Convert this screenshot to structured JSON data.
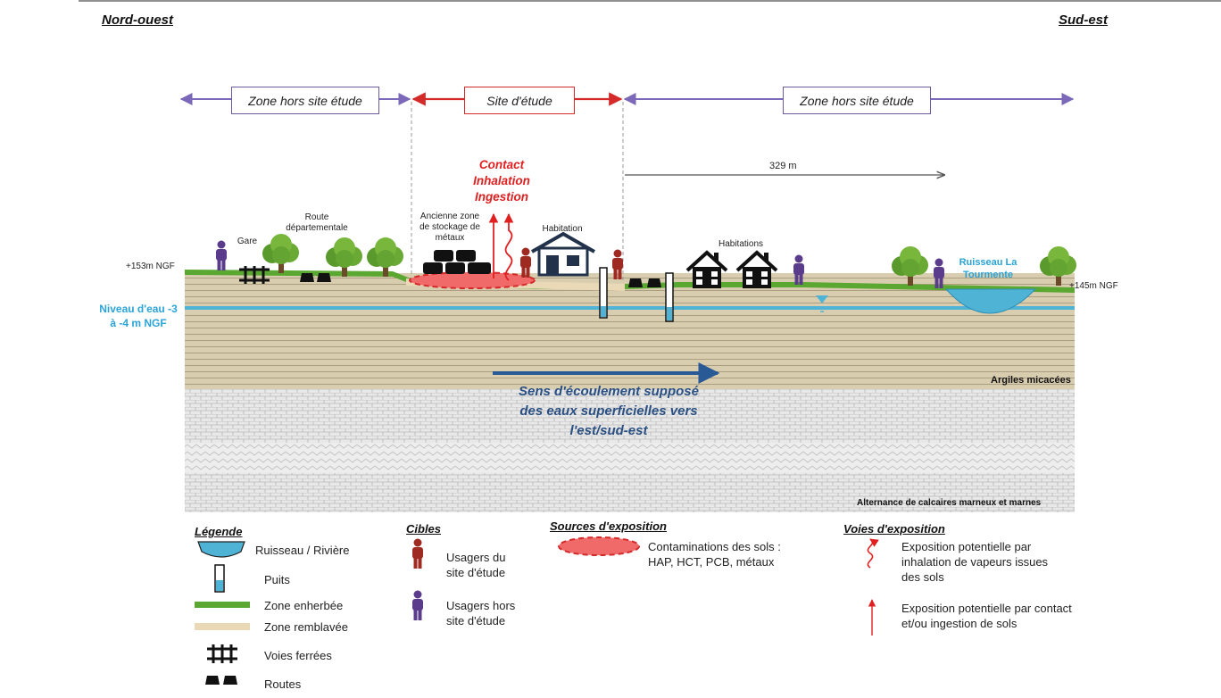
{
  "directions": {
    "left": "Nord-ouest",
    "right": "Sud-est"
  },
  "zones": {
    "left": "Zone hors site étude",
    "site": "Site d'étude",
    "right": "Zone hors site étude"
  },
  "distance": "329 m",
  "exposure_label": [
    "Contact",
    "Inhalation",
    "Ingestion"
  ],
  "labels": {
    "gare": "Gare",
    "route": "Route départementale",
    "storage": "Ancienne zone de stockage de métaux",
    "habitation": "Habitation",
    "habitations": "Habitations",
    "ruisseau": "Ruisseau La Tourmente",
    "ngf_left": "+153m NGF",
    "ngf_right": "+145m NGF",
    "water_level": "Niveau d'eau -3  à -4 m NGF",
    "clay": "Argiles micacées",
    "limestone": "Alternance de calcaires marneux et marnes",
    "flow": "Sens d'écoulement supposé des eaux superficielles vers l'est/sud-est"
  },
  "legend": {
    "title": "Légende",
    "items": [
      "Ruisseau / Rivière",
      "Puits",
      "Zone enherbée",
      "Zone remblavée",
      "Voies ferrées",
      "Routes"
    ],
    "targets_title": "Cibles",
    "targets": [
      "Usagers du site d'étude",
      "Usagers hors site d'étude"
    ],
    "sources_title": "Sources d'exposition",
    "sources": "Contaminations des sols : HAP, HCT, PCB, métaux",
    "pathways_title": "Voies d'exposition",
    "pathways": [
      "Exposition potentielle par inhalation de vapeurs issues des sols",
      "Exposition potentielle par contact et/ou ingestion de sols"
    ]
  },
  "colors": {
    "zone_arrow": "#7b68b8",
    "site_arrow": "#d42a2a",
    "water": "#4fb3d6",
    "grass": "#5aa832",
    "flow_arrow": "#2a5a96",
    "site_user": "#9e2a22",
    "offsite_user": "#5b3c8c"
  }
}
